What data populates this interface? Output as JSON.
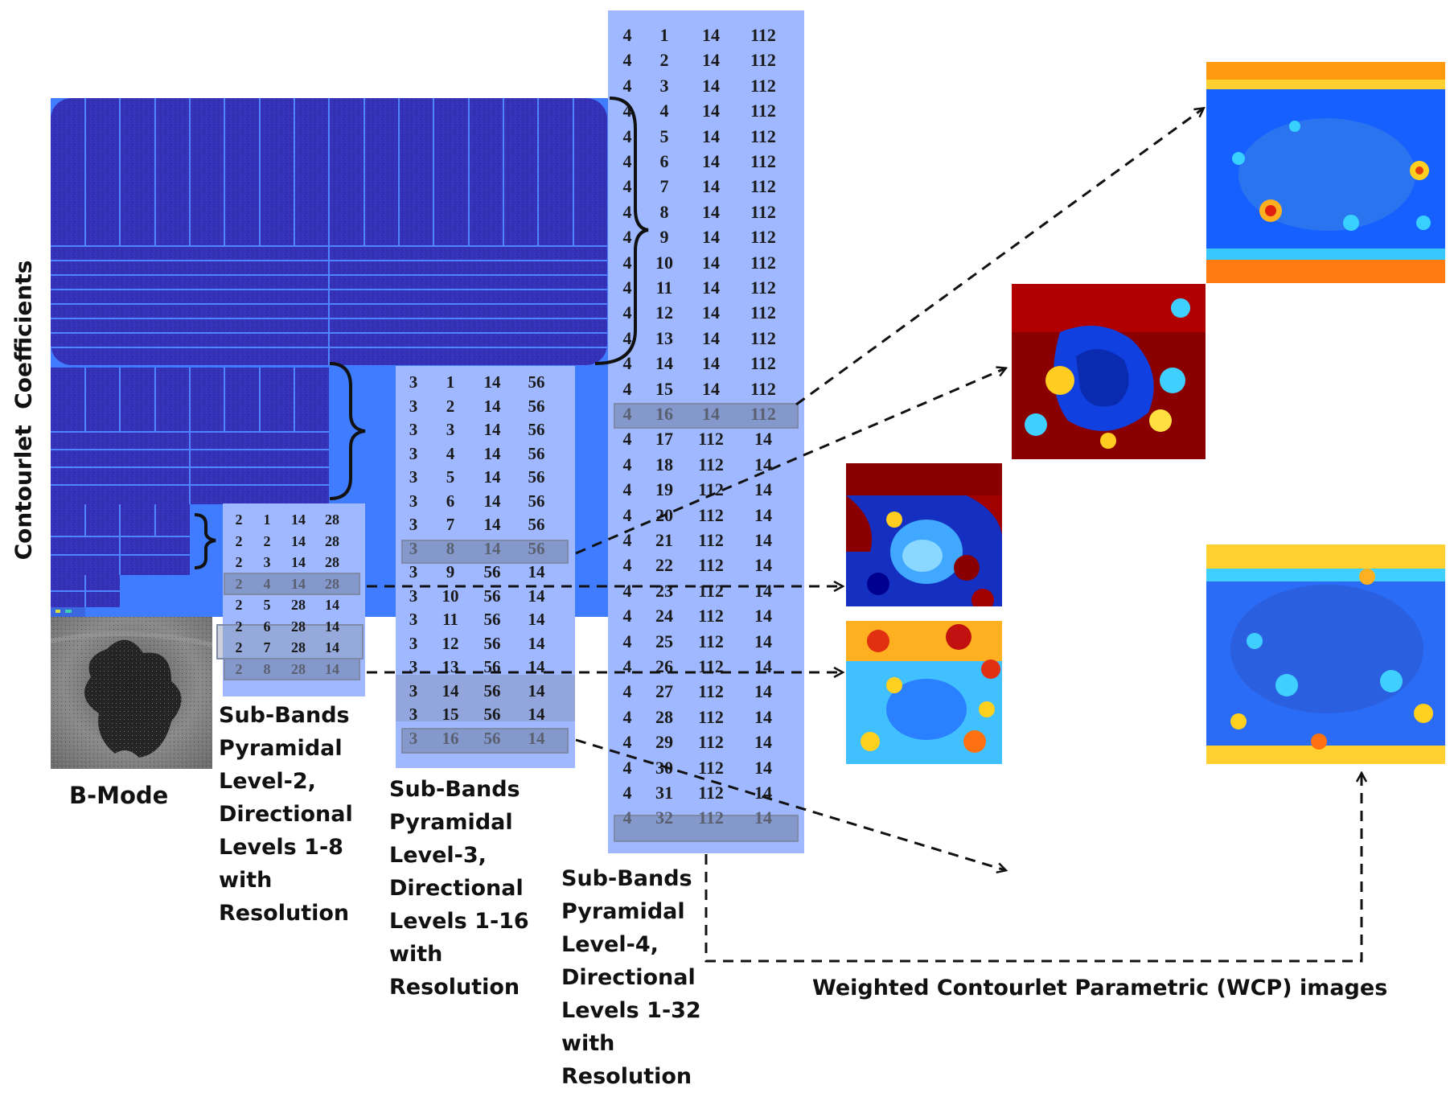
{
  "y_axis_label": "Contourlet  Coefficients",
  "bmode_label": "B-Mode",
  "level2": {
    "caption": [
      "Sub-Bands",
      "Pyramidal",
      "Level-2,",
      "Directional",
      "Levels 1-8",
      "with",
      "Resolution"
    ],
    "rows": [
      [
        "2",
        "1",
        "14",
        "28"
      ],
      [
        "2",
        "2",
        "14",
        "28"
      ],
      [
        "2",
        "3",
        "14",
        "28"
      ],
      [
        "2",
        "4",
        "14",
        "28"
      ],
      [
        "2",
        "5",
        "28",
        "14"
      ],
      [
        "2",
        "6",
        "28",
        "14"
      ],
      [
        "2",
        "7",
        "28",
        "14"
      ],
      [
        "2",
        "8",
        "28",
        "14"
      ]
    ],
    "highlighted_rows": [
      4,
      8
    ]
  },
  "level3": {
    "caption": [
      "Sub-Bands",
      "Pyramidal",
      "Level-3,",
      "Directional",
      "Levels 1-16",
      "with",
      "Resolution"
    ],
    "rows": [
      [
        "3",
        "1",
        "14",
        "56"
      ],
      [
        "3",
        "2",
        "14",
        "56"
      ],
      [
        "3",
        "3",
        "14",
        "56"
      ],
      [
        "3",
        "4",
        "14",
        "56"
      ],
      [
        "3",
        "5",
        "14",
        "56"
      ],
      [
        "3",
        "6",
        "14",
        "56"
      ],
      [
        "3",
        "7",
        "14",
        "56"
      ],
      [
        "3",
        "8",
        "14",
        "56"
      ],
      [
        "3",
        "9",
        "56",
        "14"
      ],
      [
        "3",
        "10",
        "56",
        "14"
      ],
      [
        "3",
        "11",
        "56",
        "14"
      ],
      [
        "3",
        "12",
        "56",
        "14"
      ],
      [
        "3",
        "13",
        "56",
        "14"
      ],
      [
        "3",
        "14",
        "56",
        "14"
      ],
      [
        "3",
        "15",
        "56",
        "14"
      ],
      [
        "3",
        "16",
        "56",
        "14"
      ]
    ],
    "highlighted_rows": [
      8,
      16
    ]
  },
  "level4": {
    "caption": [
      "Sub-Bands",
      "Pyramidal",
      "Level-4,",
      "Directional",
      "Levels 1-32",
      "with",
      "Resolution"
    ],
    "rows": [
      [
        "4",
        "1",
        "14",
        "112"
      ],
      [
        "4",
        "2",
        "14",
        "112"
      ],
      [
        "4",
        "3",
        "14",
        "112"
      ],
      [
        "4",
        "4",
        "14",
        "112"
      ],
      [
        "4",
        "5",
        "14",
        "112"
      ],
      [
        "4",
        "6",
        "14",
        "112"
      ],
      [
        "4",
        "7",
        "14",
        "112"
      ],
      [
        "4",
        "8",
        "14",
        "112"
      ],
      [
        "4",
        "9",
        "14",
        "112"
      ],
      [
        "4",
        "10",
        "14",
        "112"
      ],
      [
        "4",
        "11",
        "14",
        "112"
      ],
      [
        "4",
        "12",
        "14",
        "112"
      ],
      [
        "4",
        "13",
        "14",
        "112"
      ],
      [
        "4",
        "14",
        "14",
        "112"
      ],
      [
        "4",
        "15",
        "14",
        "112"
      ],
      [
        "4",
        "16",
        "14",
        "112"
      ],
      [
        "4",
        "17",
        "112",
        "14"
      ],
      [
        "4",
        "18",
        "112",
        "14"
      ],
      [
        "4",
        "19",
        "112",
        "14"
      ],
      [
        "4",
        "20",
        "112",
        "14"
      ],
      [
        "4",
        "21",
        "112",
        "14"
      ],
      [
        "4",
        "22",
        "112",
        "14"
      ],
      [
        "4",
        "23",
        "112",
        "14"
      ],
      [
        "4",
        "24",
        "112",
        "14"
      ],
      [
        "4",
        "25",
        "112",
        "14"
      ],
      [
        "4",
        "26",
        "112",
        "14"
      ],
      [
        "4",
        "27",
        "112",
        "14"
      ],
      [
        "4",
        "28",
        "112",
        "14"
      ],
      [
        "4",
        "29",
        "112",
        "14"
      ],
      [
        "4",
        "30",
        "112",
        "14"
      ],
      [
        "4",
        "31",
        "112",
        "14"
      ],
      [
        "4",
        "32",
        "112",
        "14"
      ]
    ],
    "highlighted_rows": [
      16,
      32
    ]
  },
  "wcp_label": "Weighted Contourlet Parametric (WCP) images",
  "colors": {
    "mosaic_dark": "#3530b8",
    "mosaic_bright": "#3f7cff",
    "table_bg": "#9fb8ff",
    "jet_low": "#00008f",
    "jet_high": "#800000"
  }
}
